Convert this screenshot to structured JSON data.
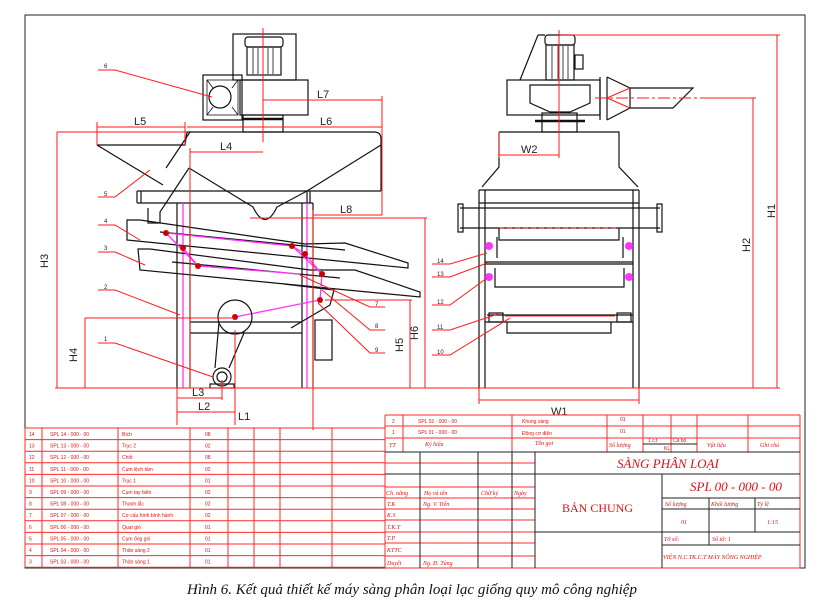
{
  "caption": "Hình 6. Kết quả thiết kế máy sàng phân loại lạc giống quy mô công nghiệp",
  "dimensions": {
    "L1": "L1",
    "L2": "L2",
    "L3": "L3",
    "L4": "L4",
    "L5": "L5",
    "L6": "L6",
    "L7": "L7",
    "L8": "L8",
    "H1": "H1",
    "H2": "H2",
    "H3": "H3",
    "H4": "H4",
    "H5": "H5",
    "H6": "H6",
    "W1": "W1",
    "W2": "W2"
  },
  "callouts": {
    "c1": "1",
    "c2": "2",
    "c3": "3",
    "c4": "4",
    "c5": "5",
    "c6": "6",
    "c7": "7",
    "c8": "8",
    "c9": "9",
    "c10": "10",
    "c11": "11",
    "c12": "12",
    "c13": "13",
    "c14": "14"
  },
  "parts_list": [
    [
      "14",
      "SPL 14 - 000 - 00",
      "Bích",
      "08"
    ],
    [
      "13",
      "SPL 13 - 000 - 00",
      "Trục 2",
      "02"
    ],
    [
      "12",
      "SPL 12 - 000 - 00",
      "Chốt",
      "08"
    ],
    [
      "11",
      "SPL 11 - 000 - 00",
      "Cụm lệch tâm",
      "02"
    ],
    [
      "10",
      "SPL 10 - 000 - 00",
      "Trục 1",
      "01"
    ],
    [
      "9",
      "SPL 09 - 000 - 00",
      "Cụm tay biên",
      "02"
    ],
    [
      "8",
      "SPL 08 - 000 - 00",
      "Thanh lắc",
      "02"
    ],
    [
      "7",
      "SPL 07 - 000 - 00",
      "Cơ cấu hình bình hành",
      "02"
    ],
    [
      "6",
      "SPL 06 - 000 - 00",
      "Quạt gió",
      "01"
    ],
    [
      "5",
      "SPL 05 - 000 - 00",
      "Cụm ống gió",
      "01"
    ],
    [
      "4",
      "SPL 04 - 000 - 00",
      "Thân sàng 2",
      "01"
    ],
    [
      "3",
      "SPL 03 - 000 - 00",
      "Thân sàng 1",
      "01"
    ]
  ],
  "parts_list_upper": [
    [
      "2",
      "SPL 02 - 000 - 00",
      "Khung sàng",
      "01"
    ],
    [
      "1",
      "SPL 01 - 000 - 00",
      "Động cơ điện",
      "01"
    ]
  ],
  "parts_header": {
    "tt": "TT",
    "ky_hieu": "Ký hiệu",
    "ten_goi": "Tên gọi",
    "so_luong": "Số lượng",
    "kl_1ct": "1 c.t",
    "kl_ca_bo": "Cả bộ",
    "kl": "KL",
    "vat_lieu": "Vật liệu",
    "ghi_chu": "Ghi chú"
  },
  "title_block": {
    "title": "SÀNG PHÂN LOẠI",
    "drawing_type": "BẢN CHUNG",
    "code": "SPL 00 - 000 - 00",
    "so_luong_label": "Số lượng",
    "khoi_luong_label": "Khối lượng",
    "ti_le_label": "Tỷ lệ",
    "so_luong": "01",
    "ti_le": "1:15",
    "to_so": "Tờ số:",
    "so_to": "Số tờ: 1",
    "org": "VIỆN N.C.TK.C.T MÁY NÔNG NGHIỆP",
    "sig_header": [
      "Ch. năng",
      "Họ và tên",
      "Chữ ký",
      "Ngày"
    ],
    "sig_rows": [
      [
        "T.K",
        "Ng. V. Tiến"
      ],
      [
        "K.S",
        ""
      ],
      [
        "T.K.T",
        ""
      ],
      [
        "T.P",
        ""
      ],
      [
        "KTTC",
        ""
      ],
      [
        "Duyệt",
        "Ng. Đ. Tùng"
      ]
    ]
  },
  "colors": {
    "dimension": "#ff1a1a",
    "linkage": "#ff33ff",
    "outline": "#111111"
  }
}
